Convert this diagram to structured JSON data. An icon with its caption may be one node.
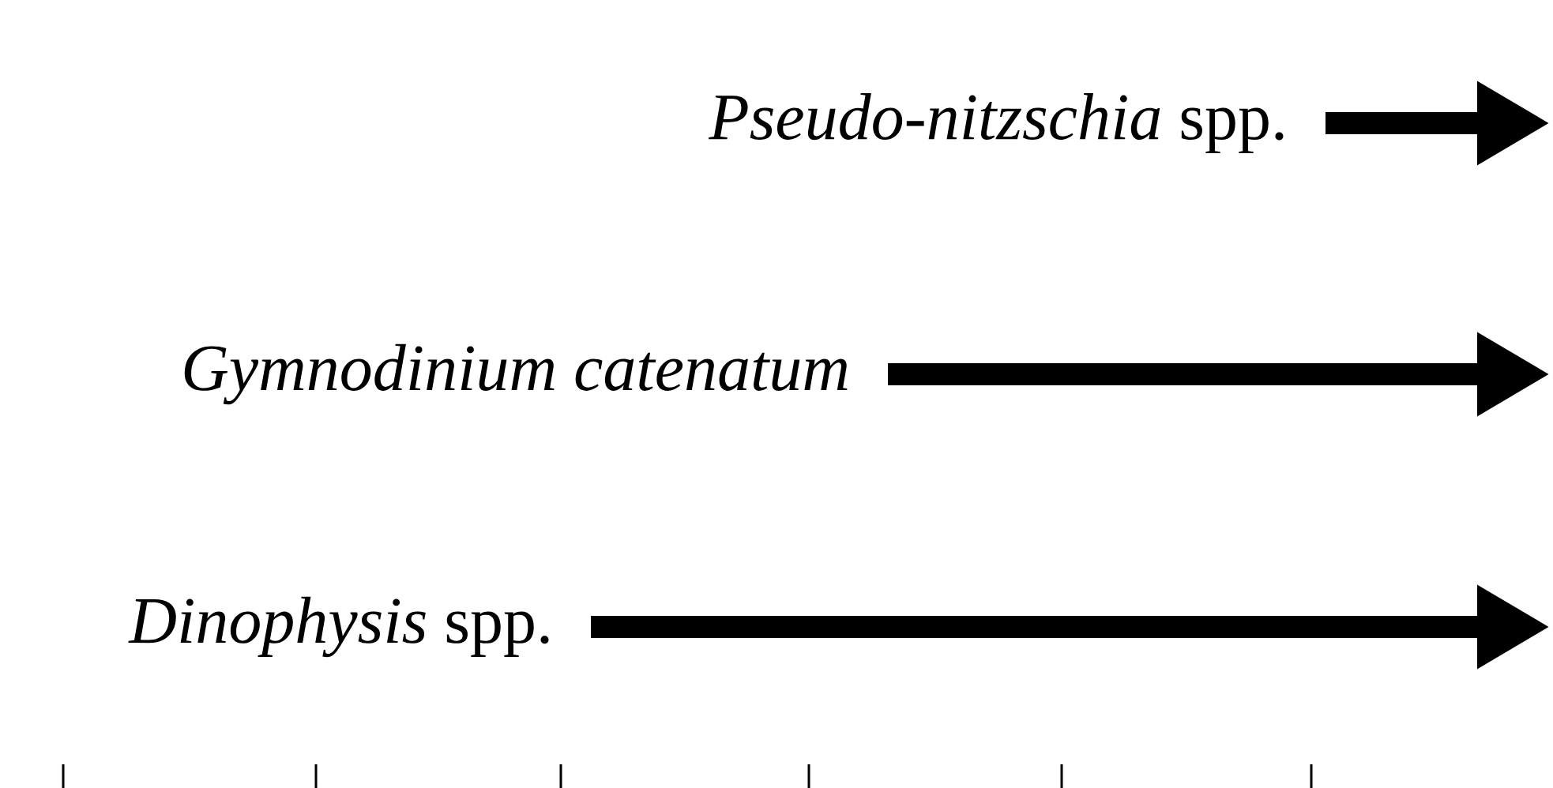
{
  "diagram": {
    "nodes": [
      {
        "text": [
          "*Pseudo-nitzschia* spp."
        ]
      },
      {
        "text": [
          "*Gymnodinium catenatum*"
        ]
      },
      {
        "text": [
          "*Dinophysis* spp."
        ]
      }
    ],
    "edges": [
      {
        "from": 0,
        "to": null,
        "arrow": "to"
      },
      {
        "from": 1,
        "to": null,
        "arrow": "to"
      },
      {
        "from": 2,
        "to": null,
        "arrow": "to"
      }
    ]
  }
}
